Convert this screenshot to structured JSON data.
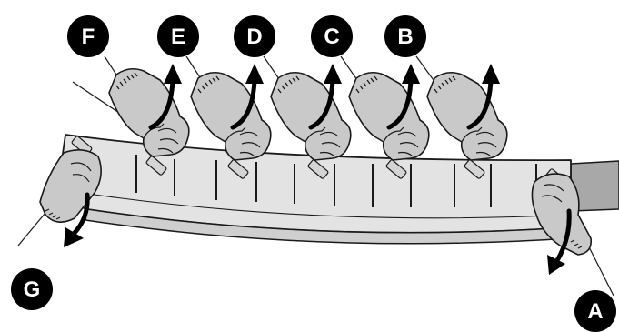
{
  "diagram": {
    "step_labels": [
      "A",
      "B",
      "C",
      "D",
      "E",
      "F",
      "G"
    ],
    "colors": {
      "badge_fill": "#000000",
      "badge_text": "#ffffff",
      "glove": "#c9c9c9",
      "panel": "#e3e3e3",
      "panel_dark": "#a8a8a8",
      "outline": "#1a1a1a"
    },
    "icons": [
      "gloved-hand-icon",
      "curved-arrow-icon",
      "trim-panel",
      "clip-marker"
    ]
  }
}
